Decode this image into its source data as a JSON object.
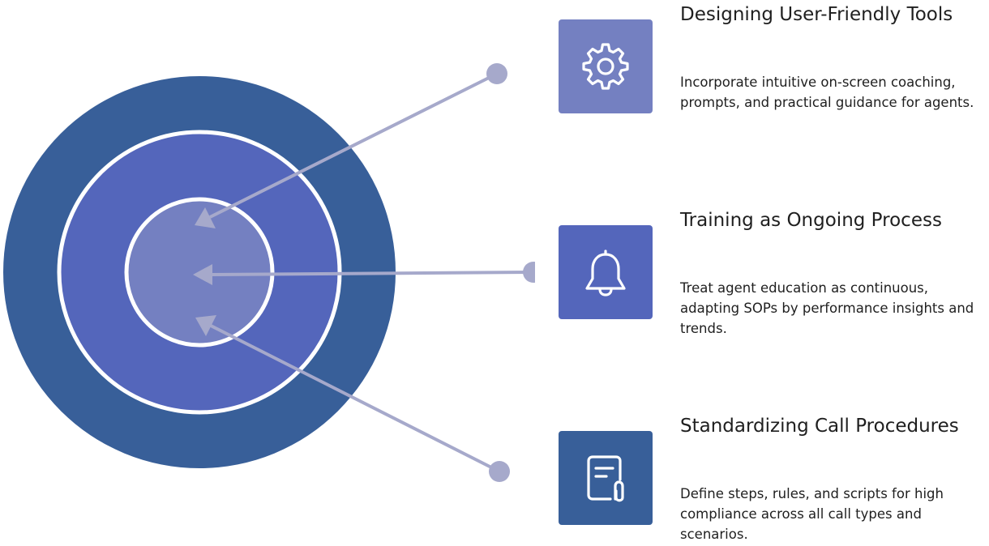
{
  "items": [
    {
      "title": "Designing User-Friendly Tools",
      "description": "Incorporate intuitive on-screen coaching, prompts, and practical guidance for agents.",
      "icon": "gear-icon",
      "color": "#7480c1"
    },
    {
      "title": "Training as Ongoing Process",
      "description": "Treat agent education as continuous, adapting SOPs by performance insights and trends.",
      "icon": "bell-icon",
      "color": "#5466bb"
    },
    {
      "title": "Standardizing Call Procedures",
      "description": "Define steps, rules, and scripts for high compliance across all call types and scenarios.",
      "icon": "document-clip-icon",
      "color": "#385f99"
    }
  ],
  "colors": {
    "outer_ring": "#385f99",
    "middle_ring": "#5466bb",
    "inner_ring": "#7480c1",
    "arrow": "#a6a9cb"
  }
}
